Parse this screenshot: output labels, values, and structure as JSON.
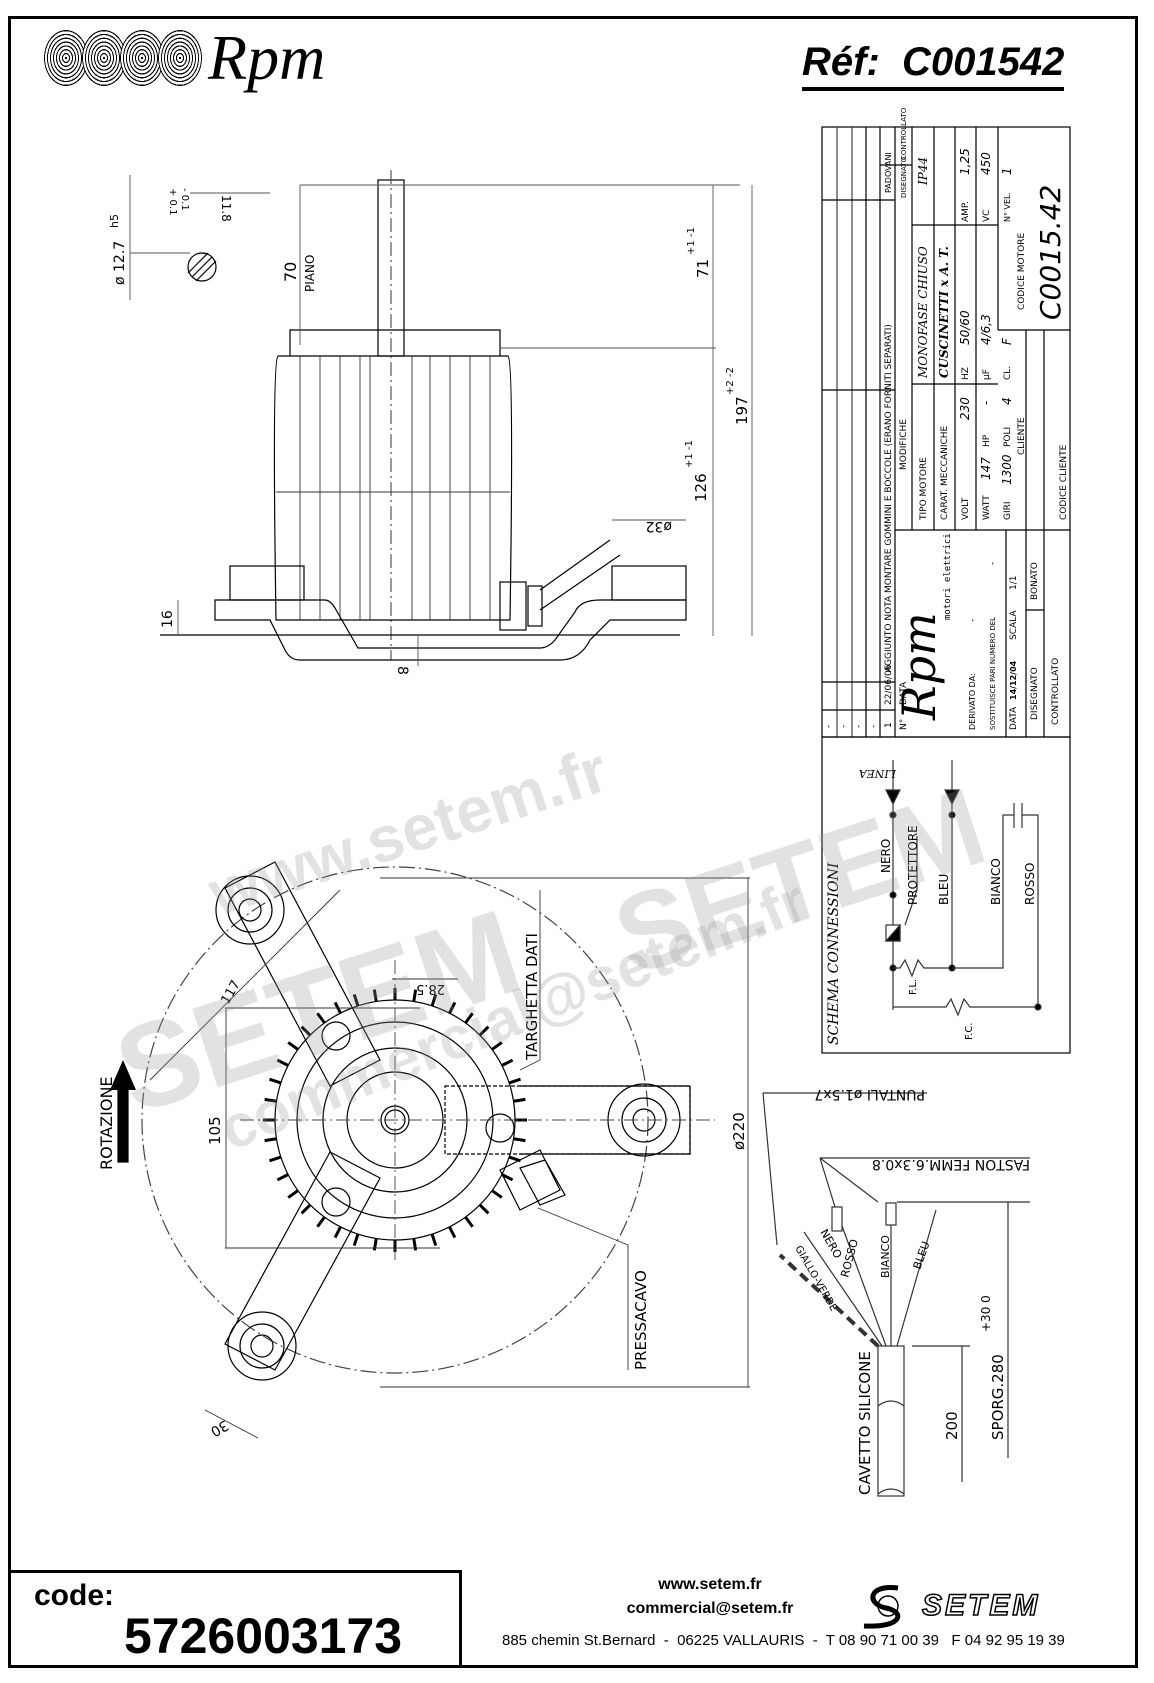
{
  "header": {
    "brand": "Rpm",
    "reference_label": "Réf:",
    "reference_value": "C001542"
  },
  "side_view": {
    "shaft_diameter": "ø 12.7",
    "shaft_tolerance": "h5",
    "flat_tol_plus": "+ 0.1",
    "flat_tol_minus": "- 0.1",
    "flat_dim": "11.8",
    "shaft_length": "70",
    "piano_label": "PIANO",
    "dim_71": "71",
    "dim_71_tol": "+1 -1",
    "dim_197": "197",
    "dim_197_tol": "+2 -2",
    "dim_126": "126",
    "dim_126_tol": "+1 -1",
    "dim_16": "16",
    "dim_8": "8",
    "dim_32": "ø32"
  },
  "front_view": {
    "rotation_label": "ROTAZIONE",
    "dim_117": "117",
    "dim_28_5": "28.5",
    "dim_105": "105",
    "dim_220": "ø220",
    "dim_30": "30",
    "nameplate_label": "TARGHETTA DATI",
    "cable_gland_label": "PRESSACAVO"
  },
  "title_block": {
    "revisions": [
      {
        "n": "1",
        "date": "22/06/06",
        "description": "AGGIUNTO NOTA MONTARE GOMMINI E BOCCOLE (ERANO FORNITI SEPARATI)",
        "drawn": "PADOVANI",
        "checked": ""
      },
      {
        "n": "-",
        "date": "-",
        "description": "-",
        "drawn": "-",
        "checked": ""
      },
      {
        "n": "-",
        "date": "-",
        "description": "-",
        "drawn": "-",
        "checked": ""
      },
      {
        "n": "-",
        "date": "-",
        "description": "-",
        "drawn": "-",
        "checked": ""
      },
      {
        "n": "-",
        "date": "-",
        "description": "-",
        "drawn": "-",
        "checked": ""
      }
    ],
    "col_n": "N°",
    "col_data": "DATA",
    "col_modifiche": "MODIFICHE",
    "col_disegnato": "DISEGNATO",
    "col_controllato": "CONTROLLATO",
    "tipo_motore_label": "TIPO MOTORE",
    "tipo_motore": "MONOFASE CHIUSO",
    "protection": "IP44",
    "carat_label": "CARAT. MECCANICHE",
    "carat": "CUSCINETTI x A. T.",
    "volt_label": "VOLT",
    "volt": "230",
    "hz_label": "HZ",
    "hz": "50/60",
    "amp_label": "AMP.",
    "amp": "1,25",
    "watt_label": "WATT",
    "watt": "147",
    "hp_label": "HP",
    "hp": "-",
    "uf_label": "µF",
    "uf": "4/6,3",
    "vc_label": "VC",
    "vc": "450",
    "giri_label": "GIRI",
    "giri": "1300",
    "poli_label": "POLI",
    "poli": "4",
    "cl_label": "CL.",
    "cl": "F",
    "nvel_label": "N° VEL.",
    "nvel": "1",
    "cliente_label": "CLIENTE",
    "codice_motore_label": "CODICE MOTORE",
    "codice_motore": "C0015.42",
    "codice_cliente_label": "CODICE CLIENTE",
    "company_brand": "Rpm",
    "company_sub": "motori elettrici",
    "derivato_label": "DERIVATO DA:",
    "derivato": "-",
    "sostituisce_label": "SOSTITUISCE PARI NUMERO DEL",
    "sostituisce": "-",
    "data_label": "DATA",
    "data": "14/12/04",
    "scala_label": "SCALA",
    "scala": "1/1",
    "disegnato_label": "DISEGNATO",
    "disegnato": "BONATO",
    "controllato_label": "CONTROLLATO"
  },
  "wiring": {
    "title": "SCHEMA CONNESSIONI",
    "linea": "LINEA",
    "wires": [
      "NERO",
      "BLEU",
      "BIANCO",
      "ROSSO"
    ],
    "protector": "PROTETTORE",
    "fl": "F.L.",
    "fc": "F.C."
  },
  "cable": {
    "puntali": "PUNTALI ø1.5x7",
    "faston": "FASTON FEMM.6.3x0.8",
    "leads": [
      "GIALLO-VERDE",
      "NERO",
      "ROSSO",
      "BIANCO",
      "BLEU"
    ],
    "cavetto": "CAVETTO SILICONE",
    "dim_200": "200",
    "sporg": "SPORG.280",
    "sporg_tol": "+30 0"
  },
  "watermark": {
    "w1": "www.setem.fr",
    "w2": "SETEM",
    "w3": "commercial@setem.fr",
    "w4": "SETEM"
  },
  "footer": {
    "code_label": "code:",
    "code_value": "5726003173",
    "website": "www.setem.fr",
    "email": "commercial@setem.fr",
    "address": "885 chemin St.Bernard  -  06225 VALLAURIS  -  T 08 90 71 00 39   F 04 92 95 19 39",
    "setem_logo": "SETEM"
  }
}
